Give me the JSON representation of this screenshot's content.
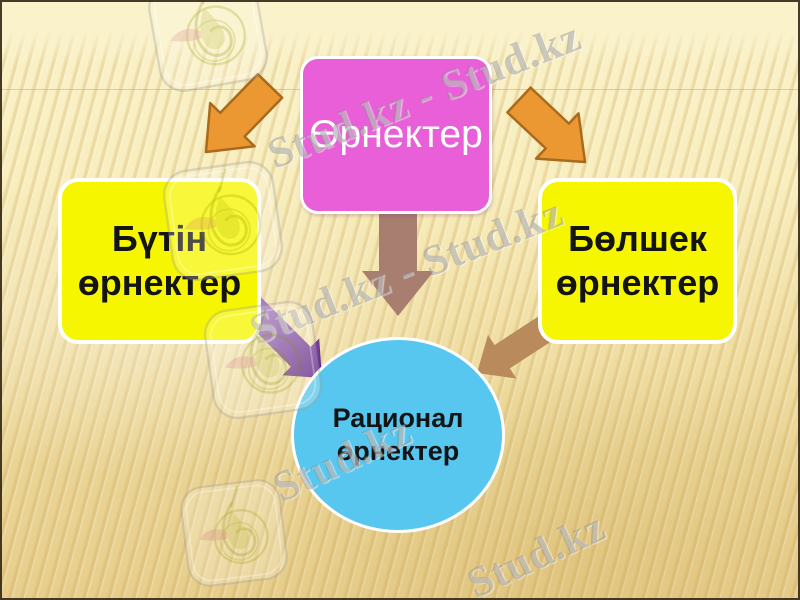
{
  "slide": {
    "description": "Kazakh math diagram: types of expressions",
    "nodes": {
      "root": {
        "label": "Өрнектер",
        "fill": "#E95FD8",
        "text_color": "#FFFFFF"
      },
      "left": {
        "label": "Бүтін\nөрнектер",
        "fill": "#F6F600",
        "text_color": "#141414"
      },
      "right": {
        "label": "Бөлшек\nөрнектер",
        "fill": "#F6F600",
        "text_color": "#141414"
      },
      "center": {
        "label": "Рационал\nөрнектер",
        "fill": "#58C7EF",
        "text_color": "#141414"
      }
    },
    "arrows": {
      "root_to_left": {
        "fill": "#EB9833",
        "stroke": "#A96A1B"
      },
      "root_to_right": {
        "fill": "#EB9833",
        "stroke": "#A96A1B"
      },
      "root_to_center": {
        "fill": "#A87E70"
      },
      "left_to_center": {
        "gradient_from": "#A77FC4",
        "gradient_to": "#5C2186"
      },
      "right_to_center": {
        "fill": "#B88A5C"
      }
    }
  },
  "watermark": {
    "long_text": "Stud.kz - Stud.kz",
    "short_text": "Stud.kz",
    "color": "rgba(128,128,128,0.40)"
  },
  "background": {
    "top_color": "#FAF2CB",
    "bottom_color": "#E7CE8C",
    "frame_color": "#32261650"
  }
}
